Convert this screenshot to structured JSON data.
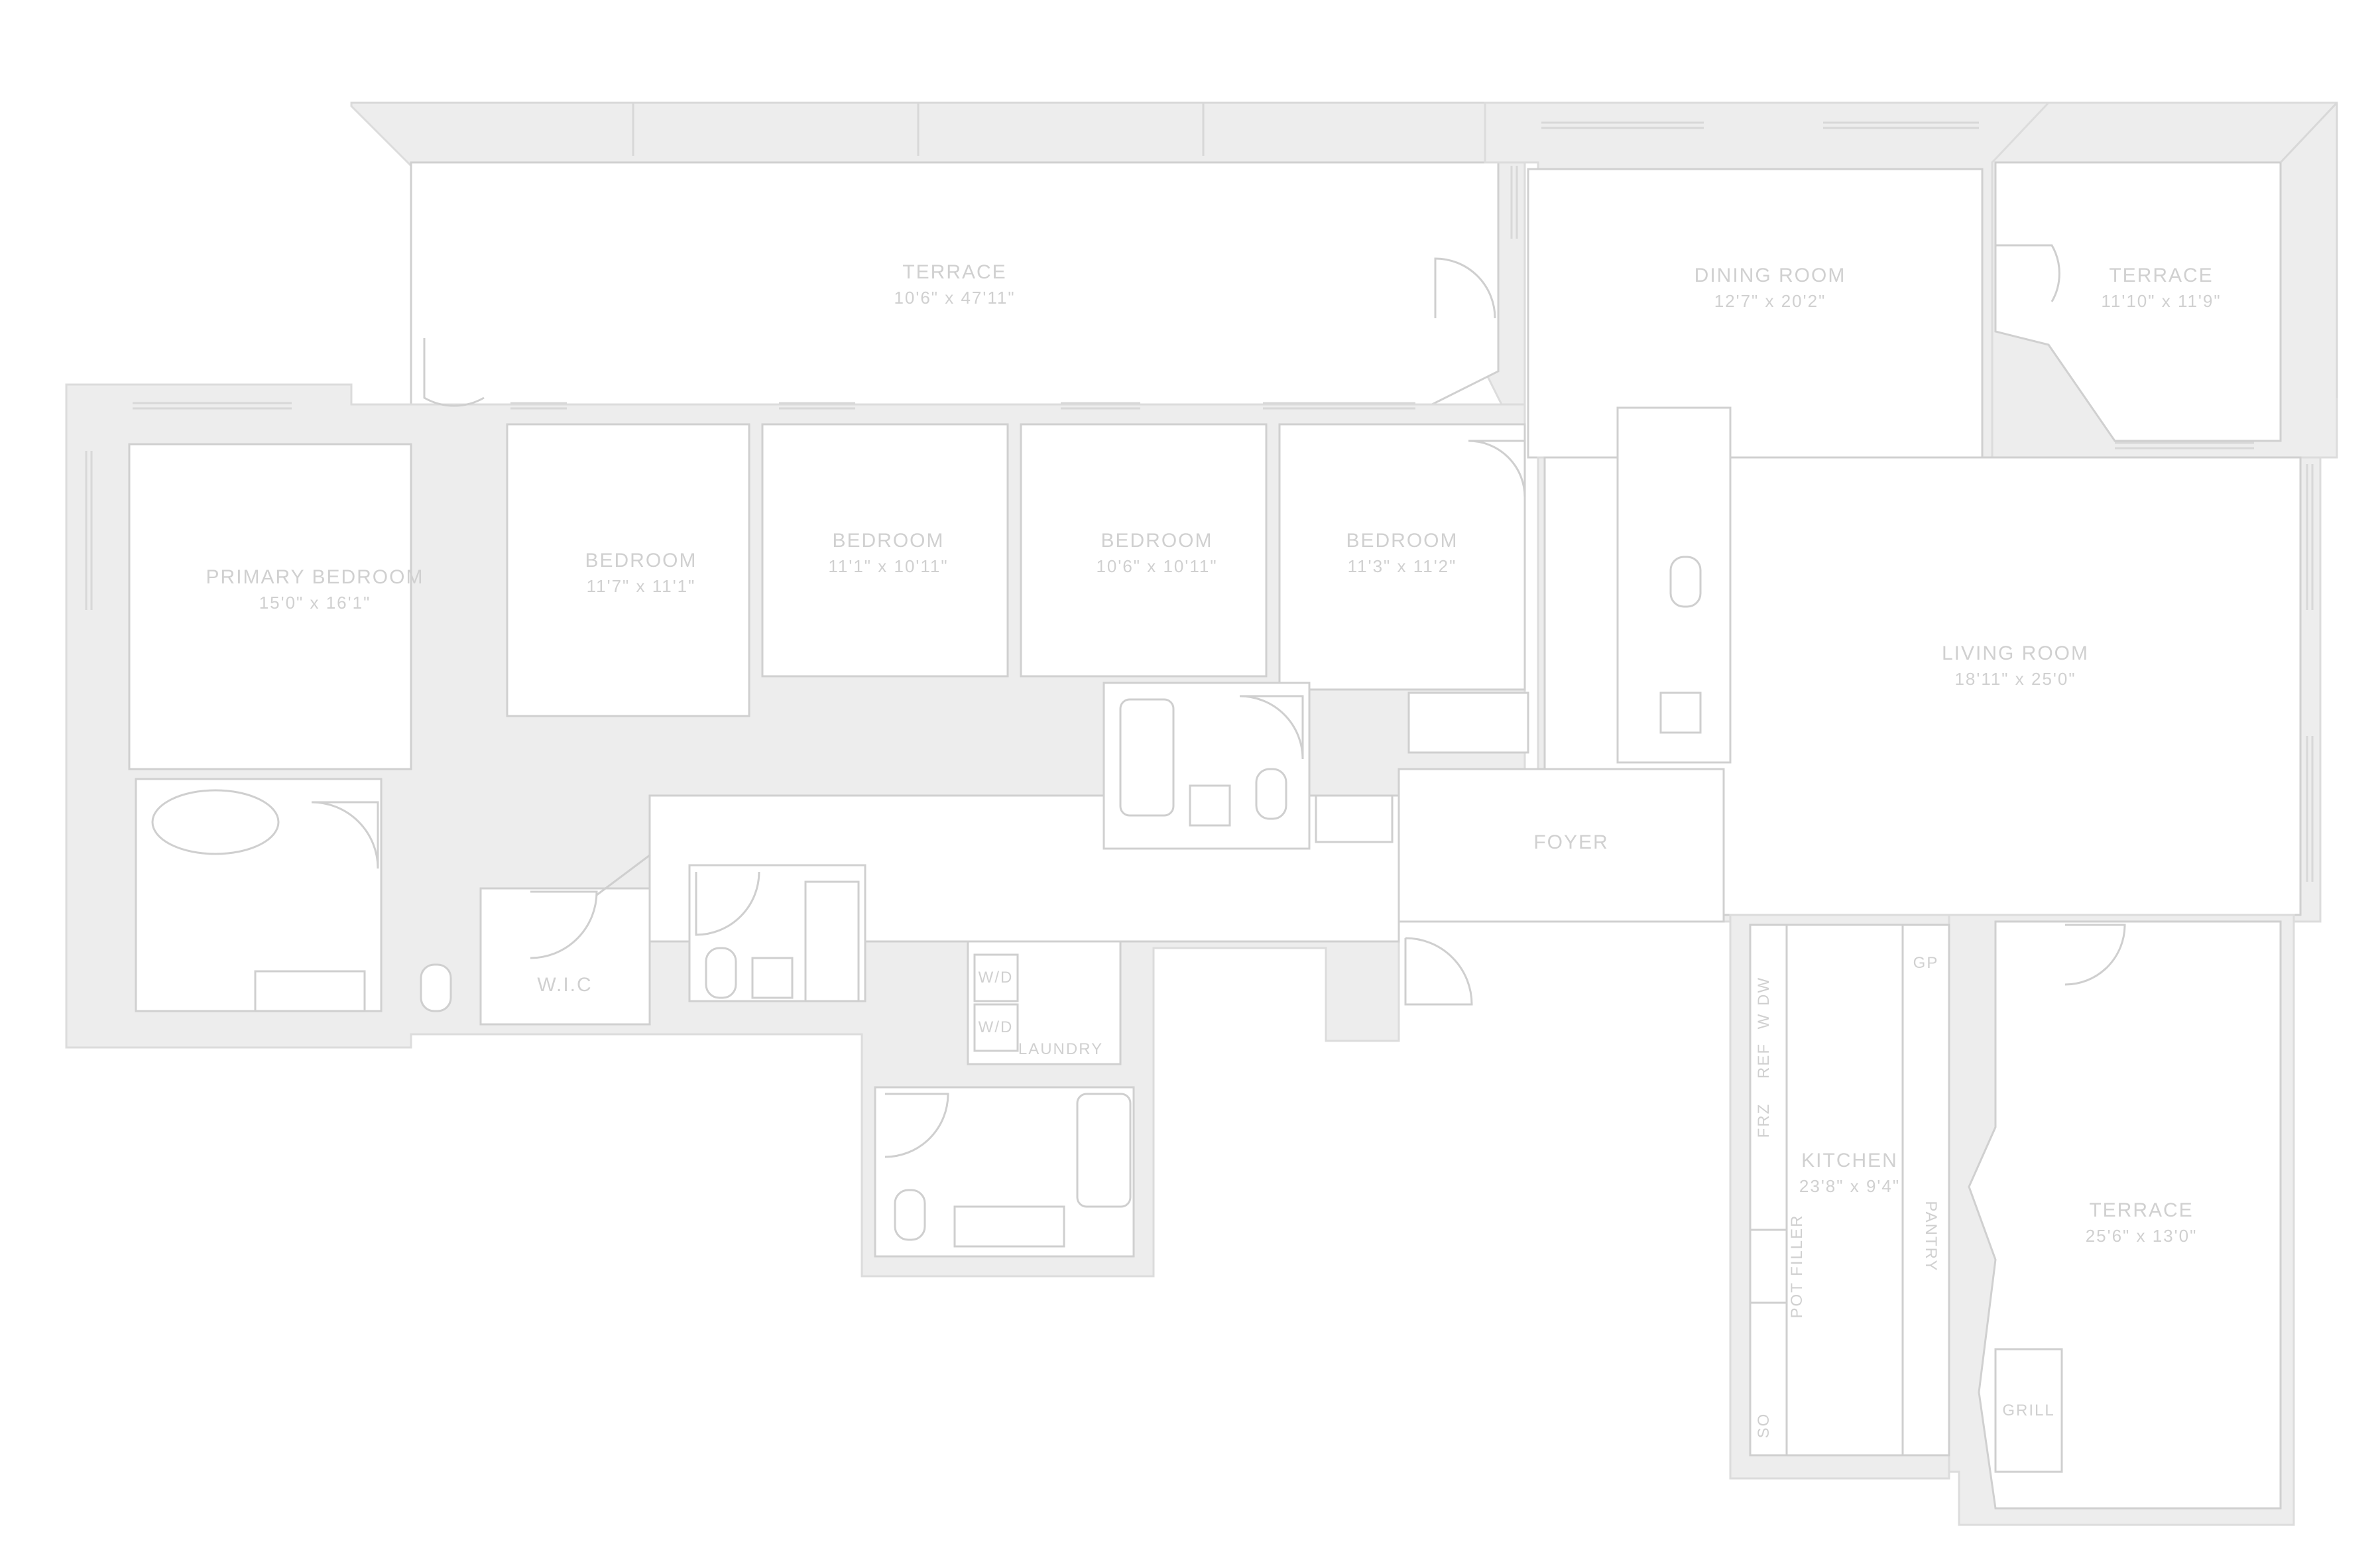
{
  "rooms": {
    "terrace_north": {
      "name": "TERRACE",
      "dims": "10'6\" x 47'11\""
    },
    "dining_room": {
      "name": "DINING ROOM",
      "dims": "12'7\" x 20'2\""
    },
    "terrace_ne": {
      "name": "TERRACE",
      "dims": "11'10\" x 11'9\""
    },
    "primary_bedroom": {
      "name": "PRIMARY BEDROOM",
      "dims": "15'0\" x 16'1\""
    },
    "bedroom_1": {
      "name": "BEDROOM",
      "dims": "11'7\" x 11'1\""
    },
    "bedroom_2": {
      "name": "BEDROOM",
      "dims": "11'1\" x 10'11\""
    },
    "bedroom_3": {
      "name": "BEDROOM",
      "dims": "10'6\" x 10'11\""
    },
    "bedroom_4": {
      "name": "BEDROOM",
      "dims": "11'3\" x 11'2\""
    },
    "living_room": {
      "name": "LIVING ROOM",
      "dims": "18'11\" x 25'0\""
    },
    "foyer": {
      "name": "FOYER"
    },
    "wic": {
      "name": "W.I.C"
    },
    "laundry": {
      "name": "LAUNDRY"
    },
    "kitchen": {
      "name": "KITCHEN",
      "dims": "23'8\" x 9'4\""
    },
    "terrace_se": {
      "name": "TERRACE",
      "dims": "25'6\" x 13'0\""
    }
  },
  "fixture_labels": {
    "washer": "W/D",
    "dryer": "W/D",
    "fridge": "FRZ",
    "refrigerator": "REF",
    "wine": "W",
    "dishwasher": "DW",
    "gp": "GP",
    "pantry": "PANTRY",
    "pot_filler": "POT FILLER",
    "so": "SO",
    "grill": "GRILL"
  },
  "colors": {
    "wall": "#ededed",
    "line": "#d0d0d0",
    "text": "#d0d0d0"
  }
}
